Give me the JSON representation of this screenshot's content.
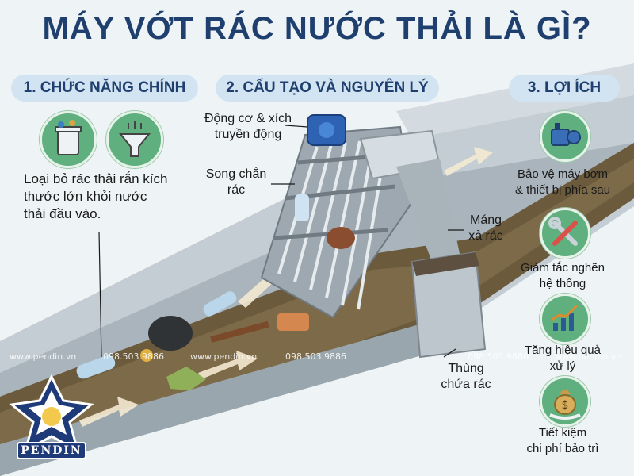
{
  "title": "MÁY VỚT RÁC NƯỚC THẢI LÀ GÌ?",
  "sections": {
    "s1": {
      "header": "1. CHỨC NĂNG CHÍNH",
      "text": [
        "Loại bỏ rác thải rắn kích",
        "thước lớn khỏi nước",
        "thải đầu vào."
      ],
      "icons": [
        "trash-bin-icon",
        "filter-funnel-icon"
      ]
    },
    "s2": {
      "header": "2. CẤU TẠO VÀ NGUYÊN LÝ",
      "labels": {
        "motor": [
          "Động cơ & xích",
          "truyền động"
        ],
        "screen": [
          "Song chắn",
          "rác"
        ],
        "chute": [
          "Máng",
          "xả rác"
        ],
        "bin": [
          "Thùng",
          "chứa rác"
        ]
      }
    },
    "s3": {
      "header": "3. LỢI ÍCH",
      "benefits": [
        {
          "icon": "pump-icon",
          "lines": [
            "Bảo vệ máy bơm",
            "& thiết bị phía sau"
          ]
        },
        {
          "icon": "wrench-screwdriver-icon",
          "lines": [
            "Giảm tắc nghẽn",
            "hệ thống"
          ]
        },
        {
          "icon": "growth-chart-icon",
          "lines": [
            "Tăng hiệu quả",
            "xử lý"
          ]
        },
        {
          "icon": "money-bag-icon",
          "lines": [
            "Tiết kiệm",
            "chi phí bảo trì"
          ]
        }
      ]
    }
  },
  "watermarks": [
    "www.pendin.vn",
    "098.503.9886",
    "www.pendin.vn",
    "098.503.9886",
    "098.503.9886",
    "www.pendin.vn"
  ],
  "logo": {
    "text": "PENDIN"
  },
  "colors": {
    "title": "#1f3f6e",
    "header_bg": "#d2e4f2",
    "icon_green": "#5fb07e",
    "water": "#6b5a3c",
    "channel": "#bcc7cf"
  }
}
